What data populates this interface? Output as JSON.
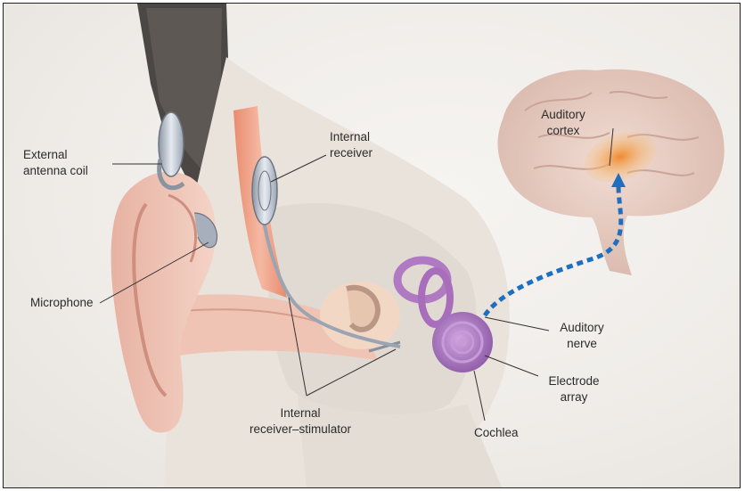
{
  "labels": {
    "external_antenna_coil": "External\nantenna coil",
    "internal_receiver": "Internal\nreceiver",
    "microphone": "Microphone",
    "auditory_cortex": "Auditory\ncortex",
    "auditory_nerve": "Auditory\nnerve",
    "electrode_array": "Electrode\narray",
    "cochlea": "Cochlea",
    "internal_receiver_stimulator": "Internal\nreceiver–stimulator"
  },
  "colors": {
    "frame": "#222222",
    "skin": "#f1c9b9",
    "ear": "#e9b3a4",
    "cochlea": "#b07ac2",
    "brain": "#e9cfc4",
    "cortex_highlight": "#f2a14a",
    "signal_path": "#1f6fc0",
    "device": "#aeb6c2"
  }
}
